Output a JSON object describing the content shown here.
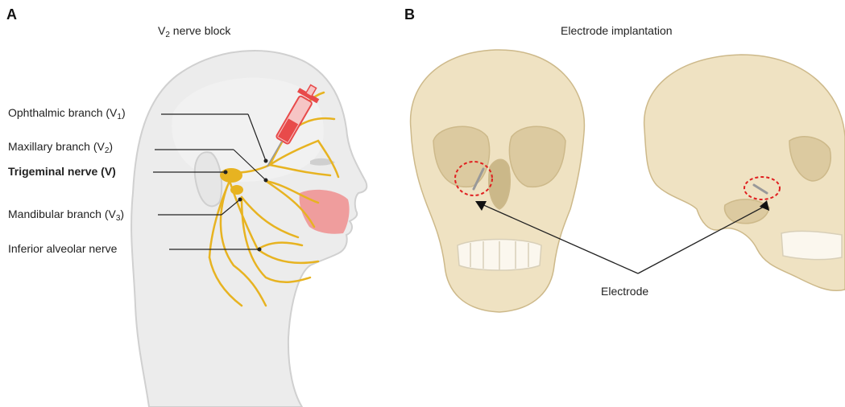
{
  "panels": [
    {
      "letter": "A",
      "title_main": "V",
      "title_sub": "2",
      "title_rest": " nerve block",
      "labels": [
        {
          "main": "Ophthalmic branch (V",
          "sub": "1",
          "end": ")",
          "bold": false
        },
        {
          "main": "Maxillary branch (V",
          "sub": "2",
          "end": ")",
          "bold": false
        },
        {
          "main": "Trigeminal nerve (V)",
          "sub": "",
          "end": "",
          "bold": true
        },
        {
          "main": "Mandibular branch (V",
          "sub": "3",
          "end": ")",
          "bold": false
        },
        {
          "main": "Inferior alveolar nerve",
          "sub": "",
          "end": "",
          "bold": false
        }
      ]
    },
    {
      "letter": "B",
      "title": "Electrode implantation",
      "electrode_label": "Electrode"
    }
  ],
  "colors": {
    "skin": "#ececec",
    "skin_outline": "#d0d0d0",
    "nerve": "#e7b321",
    "injection_area": "#f08a8a",
    "syringe": "#e84a4a",
    "bone": "#efe2c2",
    "bone_shade": "#dccaa0",
    "marker_circle": "#e02020"
  }
}
